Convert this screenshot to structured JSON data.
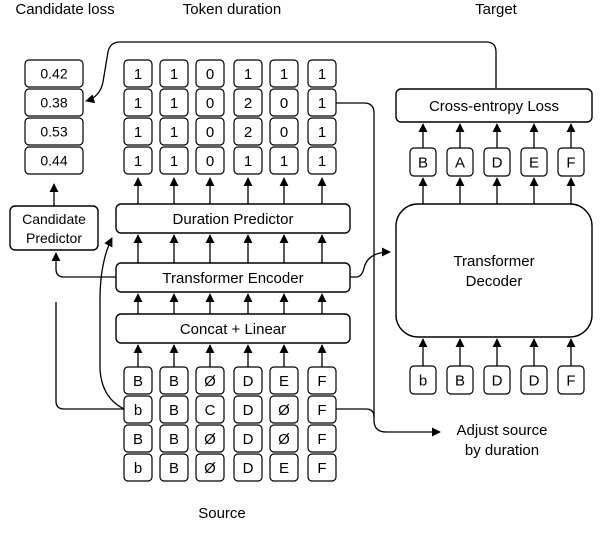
{
  "headers": {
    "candidate_loss": "Candidate loss",
    "token_duration": "Token duration",
    "target": "Target",
    "source": "Source"
  },
  "candidate_losses": [
    "0.42",
    "0.38",
    "0.53",
    "0.44"
  ],
  "token_durations": [
    [
      "1",
      "1",
      "0",
      "1",
      "1",
      "1"
    ],
    [
      "1",
      "1",
      "0",
      "2",
      "0",
      "1"
    ],
    [
      "1",
      "1",
      "0",
      "2",
      "0",
      "1"
    ],
    [
      "1",
      "1",
      "0",
      "1",
      "1",
      "1"
    ]
  ],
  "source_rows": [
    [
      "B",
      "B",
      "Ø",
      "D",
      "E",
      "F"
    ],
    [
      "b",
      "B",
      "C",
      "D",
      "Ø",
      "F"
    ],
    [
      "B",
      "B",
      "Ø",
      "D",
      "Ø",
      "F"
    ],
    [
      "b",
      "B",
      "Ø",
      "D",
      "E",
      "F"
    ]
  ],
  "target_tokens": [
    "B",
    "A",
    "D",
    "E",
    "F"
  ],
  "decoder_input_tokens": [
    "b",
    "B",
    "D",
    "D",
    "F"
  ],
  "blocks": {
    "candidate_predictor": [
      "Candidate",
      "Predictor"
    ],
    "duration_predictor": "Duration Predictor",
    "transformer_encoder": "Transformer Encoder",
    "concat_linear": "Concat + Linear",
    "cross_entropy_loss": "Cross-entropy Loss",
    "transformer_decoder": [
      "Transformer",
      "Decoder"
    ],
    "adjust_source": [
      "Adjust source",
      "by duration"
    ]
  }
}
